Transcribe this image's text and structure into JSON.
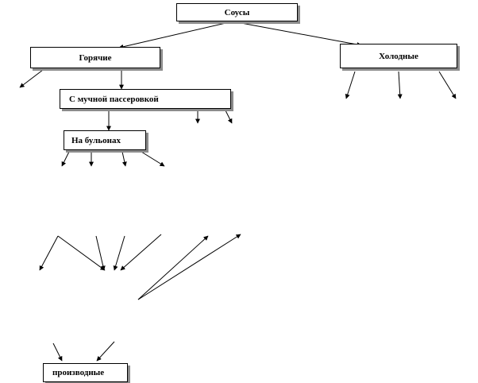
{
  "nodes": {
    "root": "Соусы",
    "hot": "Горячие",
    "cold": "Холодные",
    "flour": "С мучной пассеровкой",
    "broth": "На бульонах",
    "derivatives": "производные"
  },
  "colors": {
    "line": "#000000",
    "box_fill": "#ffffff",
    "shadow": "#8c8c8c"
  }
}
